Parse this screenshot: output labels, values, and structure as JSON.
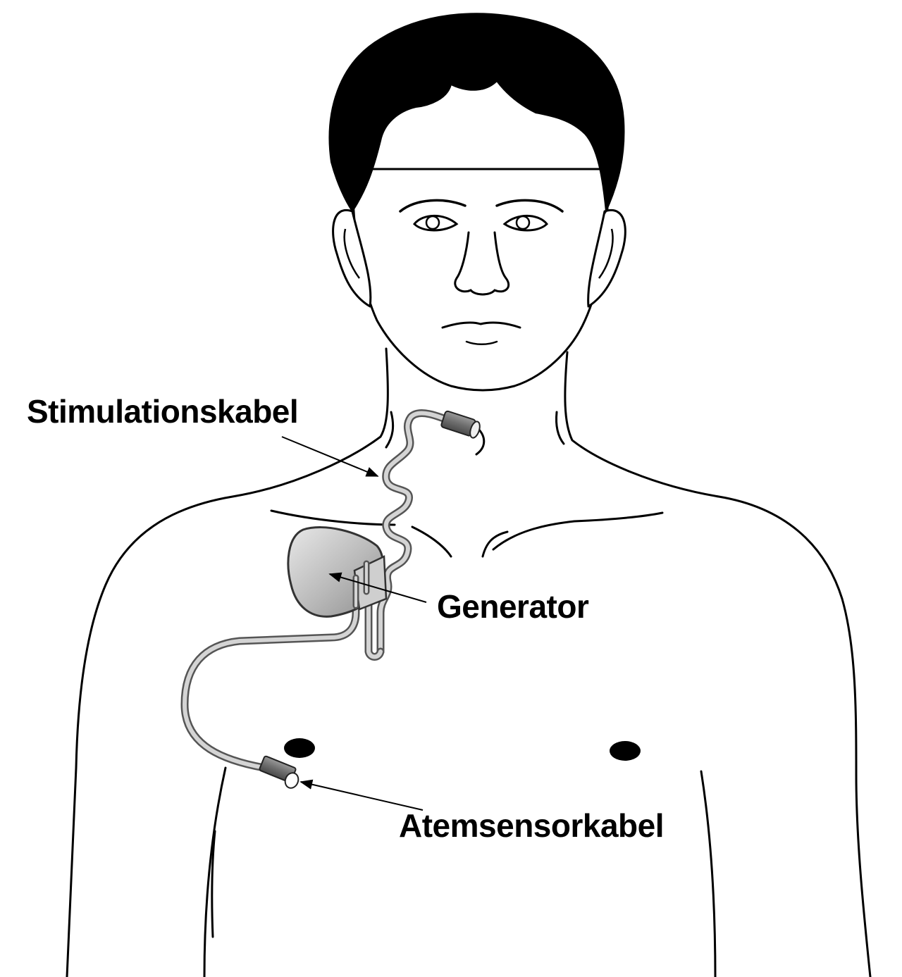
{
  "labels": {
    "stimulation_cable": "Stimulationskabel",
    "generator": "Generator",
    "breathing_sensor_cable": "Atemsensorkabel"
  },
  "colors": {
    "outline": "#000000",
    "hair": "#000000",
    "skin": "#ffffff",
    "device_fill": "#b8b8b8",
    "device_highlight": "#e6e6e6",
    "cable_outer": "#555555",
    "cable_inner": "#d4d4d4"
  },
  "icons": {
    "arrow": "arrow-icon"
  }
}
